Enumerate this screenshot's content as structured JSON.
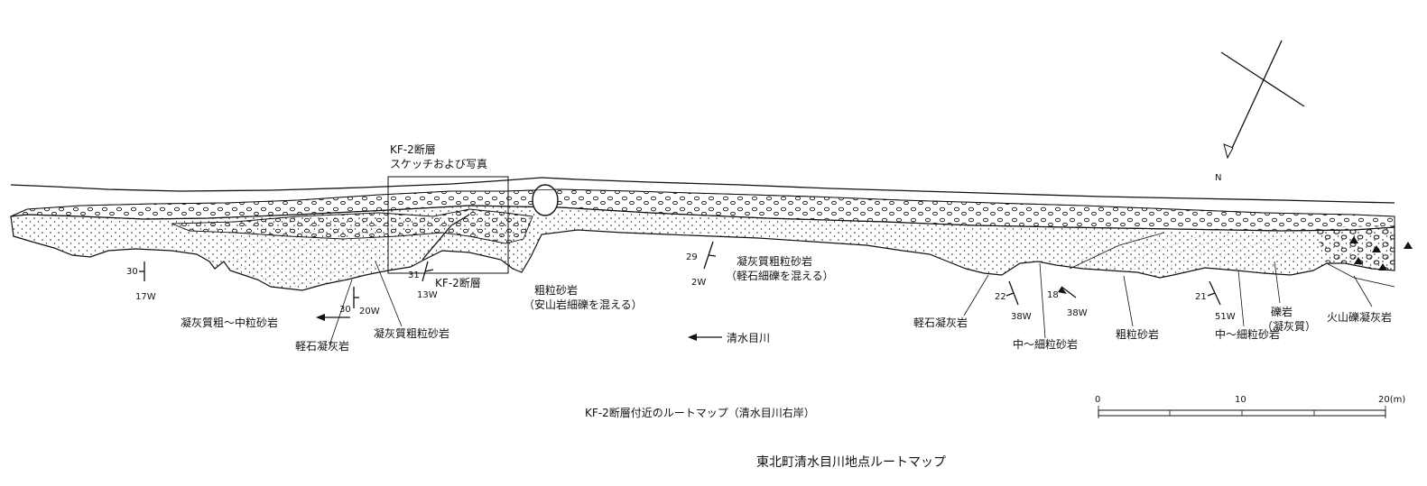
{
  "frame_label": [
    "KF-2断層",
    "スケッチおよび写真"
  ],
  "fault_label": "KF-2断層",
  "river_label": "清水目川",
  "caption": "KF-2断層付近のルートマップ（清水目川右岸）",
  "title": "東北町清水目川地点ルートマップ",
  "north_label": "N",
  "scale": {
    "ticks": [
      "0",
      "10",
      "20(m)"
    ]
  },
  "dips": [
    {
      "strike": "30",
      "dip": "17W"
    },
    {
      "strike": "30",
      "dip": "20W"
    },
    {
      "strike": "31",
      "dip": "13W"
    },
    {
      "strike": "29",
      "dip": "2W"
    },
    {
      "strike": "22",
      "dip": "38W"
    },
    {
      "strike": "18",
      "dip": "38W"
    },
    {
      "strike": "21",
      "dip": "51W"
    }
  ],
  "units": {
    "tuffaceous_coarse_medium_ss": "凝灰質粗～中粒砂岩",
    "pumice_tuff_1": "軽石凝灰岩",
    "tuffaceous_coarse_ss_1": "凝灰質粗粒砂岩",
    "coarse_ss_1": "粗粒砂岩",
    "andesite_note": "（安山岩細礫を混える）",
    "tuffaceous_coarse_ss_2": "凝灰質粗粒砂岩",
    "pumice_note": "（軽石細礫を混える）",
    "pumice_tuff_2": "軽石凝灰岩",
    "medium_fine_ss_1": "中～細粒砂岩",
    "coarse_ss_2": "粗粒砂岩",
    "medium_fine_ss_2": "中～細粒砂岩",
    "conglomerate": "礫岩",
    "conglomerate_note": "（凝灰質）",
    "volcanic_breccia": "火山礫凝灰岩"
  }
}
